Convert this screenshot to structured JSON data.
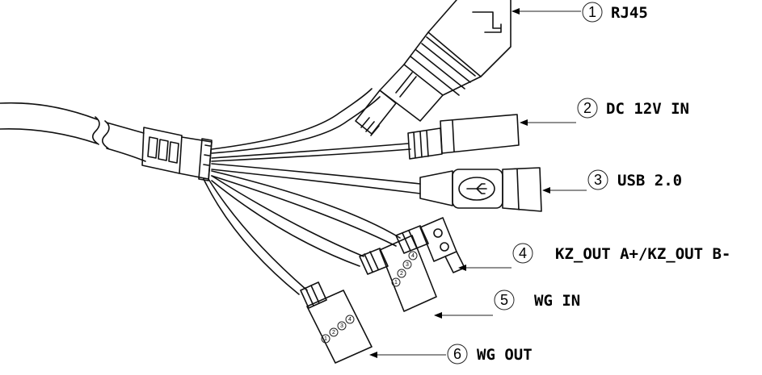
{
  "title": "Cable connector diagram",
  "callouts": [
    {
      "number": "1",
      "label": "RJ45"
    },
    {
      "number": "2",
      "label": "DC 12V IN"
    },
    {
      "number": "3",
      "label": "USB 2.0"
    },
    {
      "number": "4",
      "label": "KZ_OUT A+/KZ_OUT B-"
    },
    {
      "number": "5",
      "label": "WG IN"
    },
    {
      "number": "6",
      "label": "WG OUT"
    }
  ],
  "terminal_pins": [
    "1",
    "2",
    "3",
    "4"
  ],
  "line_color": "#111111"
}
